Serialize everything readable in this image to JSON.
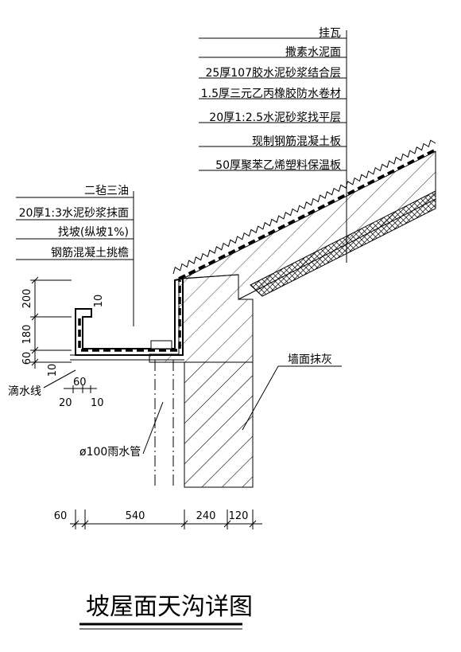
{
  "title": "坡屋面天沟详图",
  "roof_layers": [
    "挂瓦",
    "撒素水泥面",
    "25厚107胶水泥砂浆结合层",
    "1.5厚三元乙丙橡胶防水卷材",
    "20厚1:2.5水泥砂浆找平层",
    "现制钢筋混凝土板",
    "50厚聚苯乙烯塑料保温板"
  ],
  "gutter_layers": [
    "二毡三油",
    "20厚1:3水泥砂浆抹面",
    "找坡(纵坡1%)",
    "钢筋混凝土挑檐"
  ],
  "labels": {
    "drip_line": "滴水线",
    "wall_plaster": "墙面抹灰",
    "rain_pipe": "ø100雨水管"
  },
  "vertical_dims": [
    "200",
    "180",
    "60",
    "10"
  ],
  "small_dims": {
    "d10_top": "10",
    "d60": "60",
    "d20": "20",
    "d10": "10"
  },
  "bottom_dims": [
    "60",
    "540",
    "240",
    "120"
  ]
}
